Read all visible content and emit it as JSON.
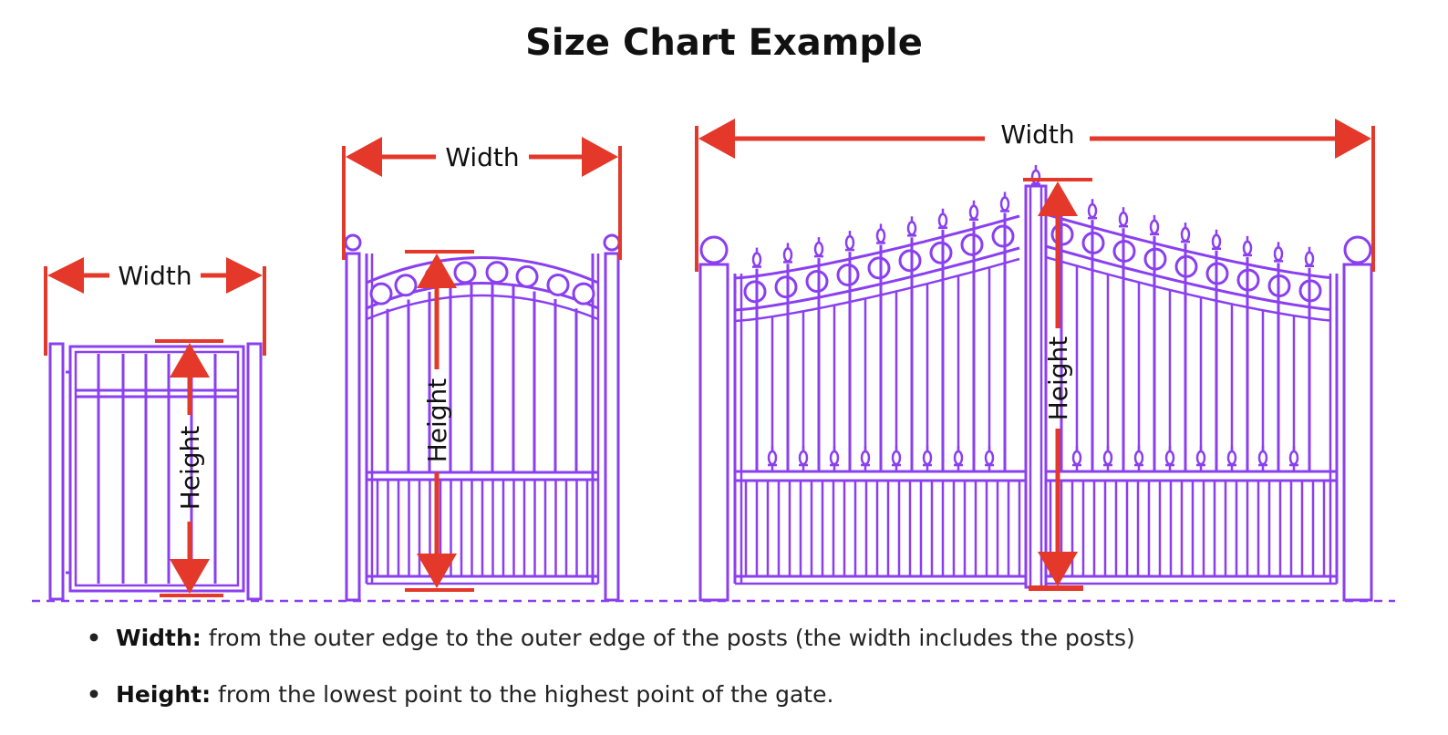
{
  "title": "Size Chart Example",
  "colors": {
    "gate": "#8a3ff0",
    "arrow": "#e3382a",
    "baseline": "#8a3ff0",
    "text": "#111111"
  },
  "gates": [
    {
      "name": "small-gate",
      "width_label": "Width",
      "height_label": "Height"
    },
    {
      "name": "medium-gate",
      "width_label": "Width",
      "height_label": "Height"
    },
    {
      "name": "large-gate",
      "width_label": "Width",
      "height_label": "Height"
    }
  ],
  "notes": [
    {
      "term": "Width:",
      "text": "from the outer edge to the outer edge of the posts (the width includes the posts)"
    },
    {
      "term": "Height:",
      "text": "from the lowest point to the highest point of the gate."
    }
  ]
}
